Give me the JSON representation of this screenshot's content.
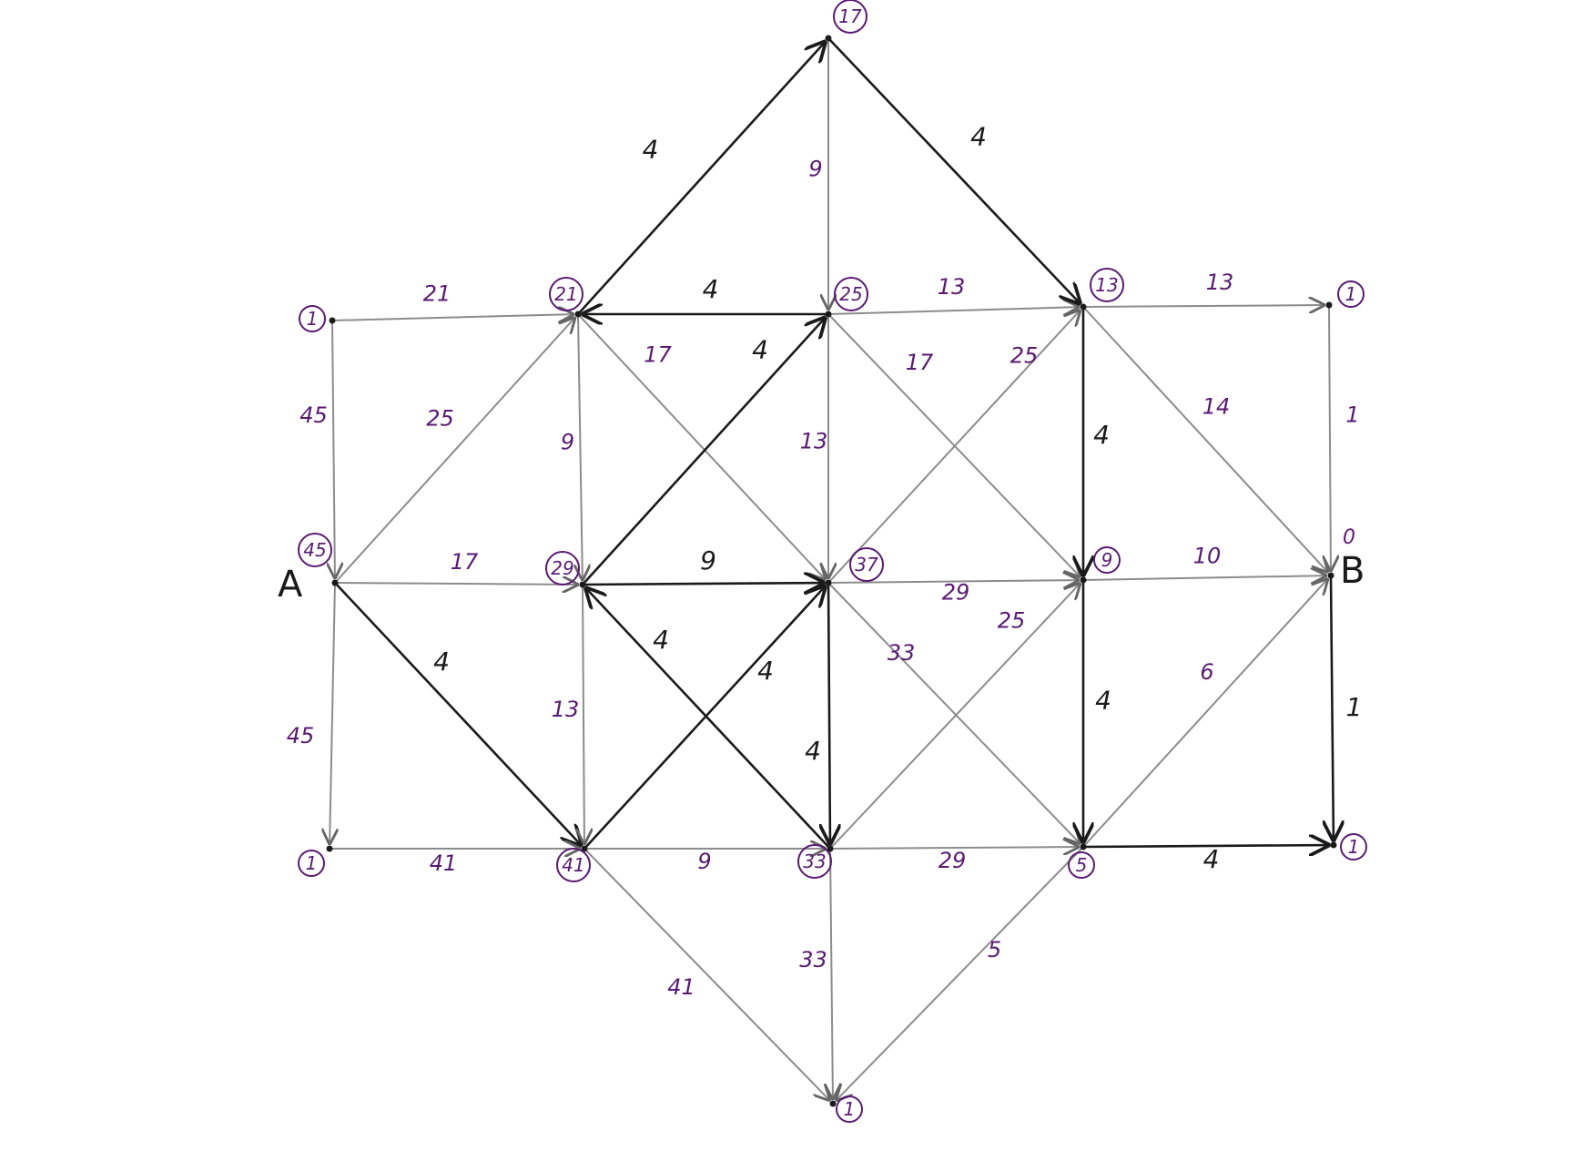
{
  "letters": {
    "A": "A",
    "B": "B"
  },
  "colors": {
    "dark": "#1a1a1a",
    "light": "#8c8c8c",
    "purple": "#5a1a72"
  },
  "nodes": [
    {
      "id": "top",
      "label": "17",
      "circled": true
    },
    {
      "id": "r1c0",
      "label": "1",
      "circled": true
    },
    {
      "id": "r1c1",
      "label": "21",
      "circled": true
    },
    {
      "id": "r1c2",
      "label": "25",
      "circled": true
    },
    {
      "id": "r1c3",
      "label": "13",
      "circled": true
    },
    {
      "id": "r1c4",
      "label": "1",
      "circled": true
    },
    {
      "id": "A",
      "label": "45",
      "circled": true
    },
    {
      "id": "r2c1",
      "label": "29",
      "circled": true
    },
    {
      "id": "r2c2",
      "label": "37",
      "circled": true
    },
    {
      "id": "r2c3",
      "label": "9",
      "circled": true
    },
    {
      "id": "B",
      "label": "0",
      "circled": false
    },
    {
      "id": "r3c0",
      "label": "1",
      "circled": true
    },
    {
      "id": "r3c1",
      "label": "41",
      "circled": true
    },
    {
      "id": "r3c2",
      "label": "33",
      "circled": true
    },
    {
      "id": "r3c3",
      "label": "5",
      "circled": true
    },
    {
      "id": "r3c4",
      "label": "1",
      "circled": true
    },
    {
      "id": "bottom",
      "label": "1",
      "circled": true
    }
  ],
  "edges": [
    {
      "from": "r1c0",
      "to": "r1c1",
      "label": "21",
      "style": "light"
    },
    {
      "from": "r1c2",
      "to": "r1c1",
      "label": "4",
      "style": "dark"
    },
    {
      "from": "r1c2",
      "to": "r1c3",
      "label": "13",
      "style": "light"
    },
    {
      "from": "r1c3",
      "to": "r1c4",
      "label": "13",
      "style": "light"
    },
    {
      "from": "r1c1",
      "to": "top",
      "label": "4",
      "style": "dark"
    },
    {
      "from": "top",
      "to": "r1c3",
      "label": "4",
      "style": "dark"
    },
    {
      "from": "top",
      "to": "r1c2",
      "label": "9",
      "style": "light"
    },
    {
      "from": "r1c0",
      "to": "A",
      "label": "45",
      "style": "light"
    },
    {
      "from": "A",
      "to": "r1c1",
      "label": "25",
      "style": "light"
    },
    {
      "from": "r1c1",
      "to": "r2c1",
      "label": "9",
      "style": "light"
    },
    {
      "from": "r1c1",
      "to": "r2c2",
      "label": "17",
      "style": "light"
    },
    {
      "from": "r2c1",
      "to": "r1c2",
      "label": "4",
      "style": "dark"
    },
    {
      "from": "r1c2",
      "to": "r2c2",
      "label": "13",
      "style": "light"
    },
    {
      "from": "r1c2",
      "to": "r2c3",
      "label": "17",
      "style": "light"
    },
    {
      "from": "r2c2",
      "to": "r1c3",
      "label": "25",
      "style": "light"
    },
    {
      "from": "r1c3",
      "to": "r2c3",
      "label": "4",
      "style": "dark"
    },
    {
      "from": "r1c3",
      "to": "B",
      "label": "14",
      "style": "light"
    },
    {
      "from": "r1c4",
      "to": "B",
      "label": "1",
      "style": "light"
    },
    {
      "from": "A",
      "to": "r2c1",
      "label": "17",
      "style": "light"
    },
    {
      "from": "r2c1",
      "to": "r2c2",
      "label": "9",
      "style": "dark"
    },
    {
      "from": "r2c2",
      "to": "r2c3",
      "label": "29",
      "style": "light"
    },
    {
      "from": "r2c3",
      "to": "B",
      "label": "10",
      "style": "light"
    },
    {
      "from": "A",
      "to": "r3c0",
      "label": "45",
      "style": "light"
    },
    {
      "from": "A",
      "to": "r3c1",
      "label": "4",
      "style": "dark"
    },
    {
      "from": "r2c1",
      "to": "r3c1",
      "label": "13",
      "style": "light"
    },
    {
      "from": "r3c2",
      "to": "r2c1",
      "label": "4",
      "style": "dark"
    },
    {
      "from": "r3c1",
      "to": "r2c2",
      "label": "4",
      "style": "dark"
    },
    {
      "from": "r2c2",
      "to": "r3c2",
      "label": "4",
      "style": "dark"
    },
    {
      "from": "r2c2",
      "to": "r3c3",
      "label": "33",
      "style": "light"
    },
    {
      "from": "r3c2",
      "to": "r2c3",
      "label": "25",
      "style": "light"
    },
    {
      "from": "r2c3",
      "to": "r3c3",
      "label": "4",
      "style": "dark"
    },
    {
      "from": "r3c3",
      "to": "B",
      "label": "6",
      "style": "light"
    },
    {
      "from": "B",
      "to": "r3c4",
      "label": "1",
      "style": "dark"
    },
    {
      "from": "r3c0",
      "to": "r3c1",
      "label": "41",
      "style": "light"
    },
    {
      "from": "r3c1",
      "to": "r3c2",
      "label": "9",
      "style": "light"
    },
    {
      "from": "r3c2",
      "to": "r3c3",
      "label": "29",
      "style": "light"
    },
    {
      "from": "r3c3",
      "to": "r3c4",
      "label": "4",
      "style": "dark"
    },
    {
      "from": "r3c1",
      "to": "bottom",
      "label": "41",
      "style": "light"
    },
    {
      "from": "r3c2",
      "to": "bottom",
      "label": "33",
      "style": "light"
    },
    {
      "from": "r3c3",
      "to": "bottom",
      "label": "5",
      "style": "light"
    }
  ]
}
